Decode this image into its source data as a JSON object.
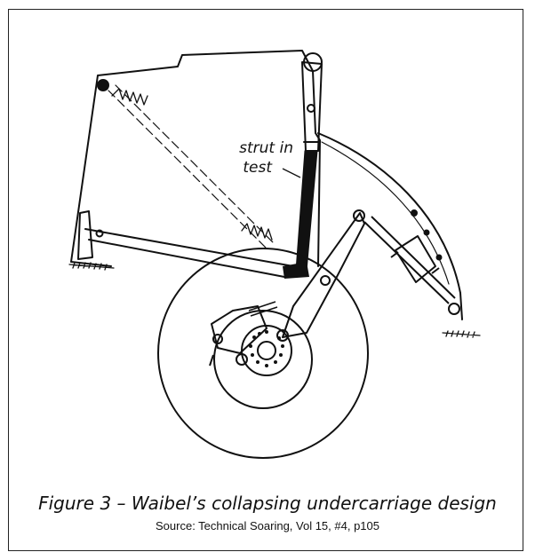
{
  "figure": {
    "annotation_line1": "strut in",
    "annotation_line2": "test",
    "caption": "Figure 3 – Waibel’s collapsing undercarriage design",
    "source": "Source: Technical Soaring, Vol 15, #4, p105"
  },
  "colors": {
    "ink": "#111111",
    "frame": "#222222",
    "background": "#ffffff"
  }
}
